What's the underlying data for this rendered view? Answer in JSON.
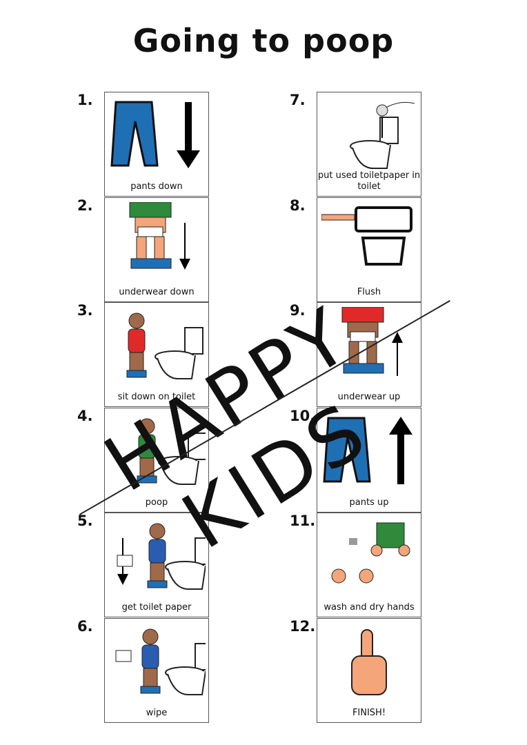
{
  "title": "Going to poop",
  "steps": [
    {
      "number": "1.",
      "label": "pants down",
      "icon": "pants-down-icon"
    },
    {
      "number": "2.",
      "label": "underwear down",
      "icon": "underwear-down-icon"
    },
    {
      "number": "3.",
      "label": "sit down on toilet",
      "icon": "sit-on-toilet-icon"
    },
    {
      "number": "4.",
      "label": "poop",
      "icon": "poop-on-toilet-icon"
    },
    {
      "number": "5.",
      "label": "get toilet paper",
      "icon": "toilet-paper-icon"
    },
    {
      "number": "6.",
      "label": "wipe",
      "icon": "wipe-icon"
    },
    {
      "number": "7.",
      "label": "put used toiletpaper in toilet",
      "icon": "paper-in-toilet-icon"
    },
    {
      "number": "8.",
      "label": "Flush",
      "icon": "flush-icon"
    },
    {
      "number": "9.",
      "label": "underwear up",
      "icon": "underwear-up-icon"
    },
    {
      "number": "10.",
      "label": "pants up",
      "icon": "pants-up-icon"
    },
    {
      "number": "11.",
      "label": "wash and dry hands",
      "icon": "wash-hands-icon"
    },
    {
      "number": "12.",
      "label": "FINISH!",
      "icon": "thumbs-up-icon"
    }
  ],
  "watermark": "HAPPY KIDS",
  "colors": {
    "pants": "#1f6fb5",
    "shirt_green": "#2f8a3c",
    "shirt_red": "#e02a2a",
    "skin": "#f4a67a",
    "skin_dark": "#a06a4a"
  }
}
